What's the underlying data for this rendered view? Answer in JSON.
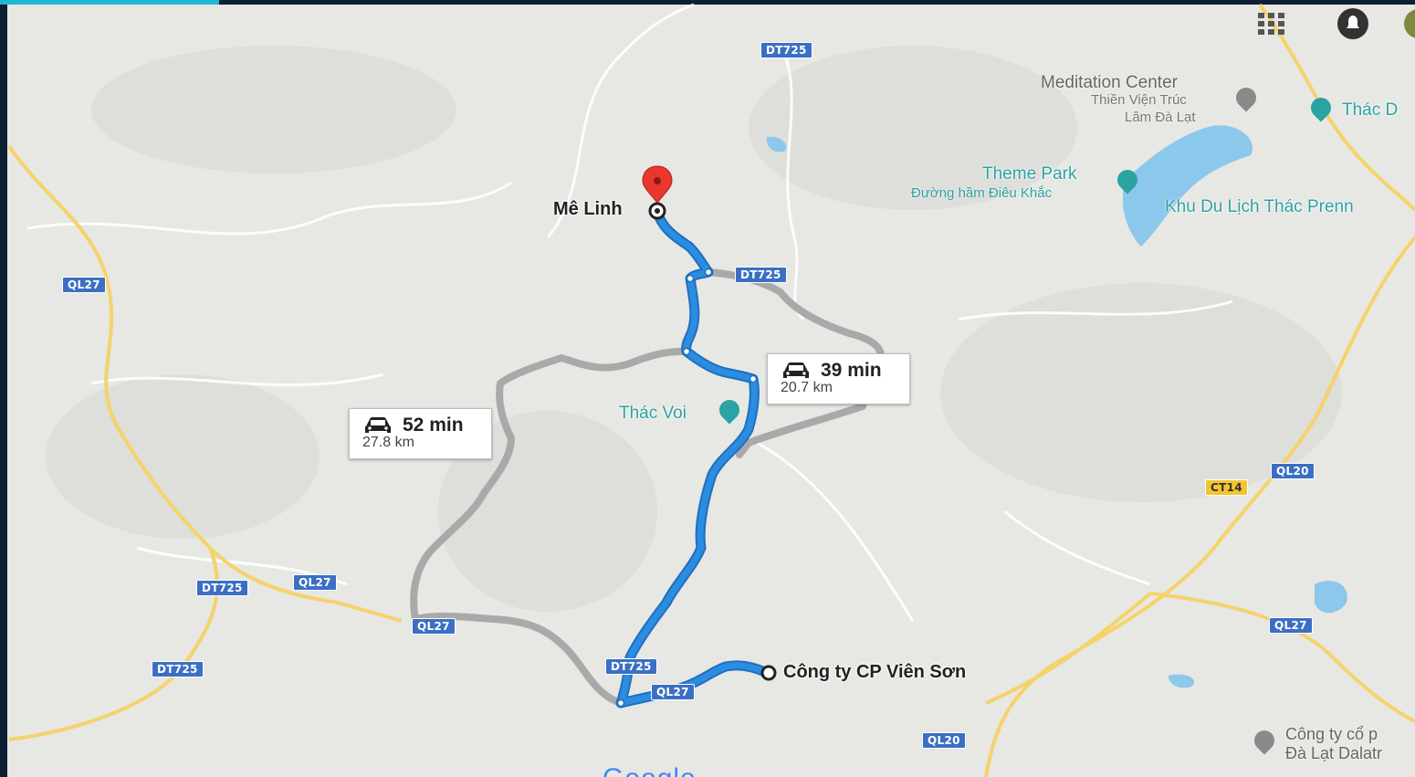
{
  "map": {
    "colors": {
      "background": "#e7e7e4",
      "primary_route": "#2a8de0",
      "alternate_route": "#b9b9b9",
      "highway": "#f5d36b",
      "water": "#8cc7ec",
      "poi": "#2aa3a3",
      "pin": "#e8372e",
      "shield": "#3b6fc4",
      "shield_yellow": "#f4c430"
    },
    "endpoints": {
      "destination": "Mê Linh",
      "origin": "Công ty CP Viên Sơn"
    },
    "routes": [
      {
        "time": "39 min",
        "distance": "20.7 km",
        "icon": "car-icon",
        "selected": true
      },
      {
        "time": "52 min",
        "distance": "27.8 km",
        "icon": "car-icon",
        "selected": false
      }
    ],
    "shields": {
      "dt725_top": "DT725",
      "dt725_mid": "DT725",
      "dt725_left": "DT725",
      "dt725_lowleft": "DT725",
      "dt725_bottom": "DT725",
      "ql27_left": "QL27",
      "ql27_midleft": "QL27",
      "ql27_center": "QL27",
      "ql27_bottom": "QL27",
      "ql27_right": "QL27",
      "ql20_right": "QL20",
      "ql20_bottom": "QL20",
      "ct14": "CT14"
    },
    "places": {
      "meditation_title": "Meditation Center",
      "meditation_sub1": "Thiền Viện Trúc",
      "meditation_sub2": "Lâm Đà Lạt",
      "thac_top": "Thác D",
      "theme_park": "Theme Park",
      "theme_park_sub": "Đường hầm Điêu Khắc",
      "prenn": "Khu Du Lịch Thác Prenn",
      "thac_voi": "Thác Voi",
      "company_line1": "Công ty cổ p",
      "company_line2": "Đà Lạt Dalatr"
    },
    "google_mark": "Google",
    "top_icons": [
      "apps-grid-icon",
      "notifications-icon",
      "avatar"
    ]
  }
}
